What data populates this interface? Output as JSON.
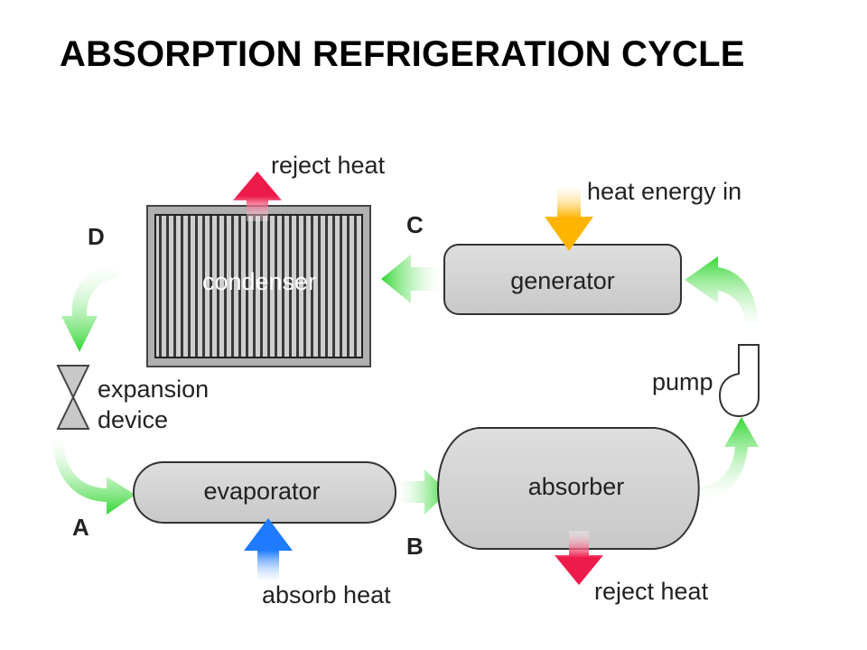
{
  "title": "ABSORPTION REFRIGERATION CYCLE",
  "components": {
    "condenser": "condenser",
    "generator": "generator",
    "evaporator": "evaporator",
    "absorber": "absorber",
    "pump": "pump",
    "expansion_line1": "expansion",
    "expansion_line2": "device"
  },
  "heat_labels": {
    "condenser_reject": "reject heat",
    "generator_in": "heat energy in",
    "evaporator_absorb": "absorb heat",
    "absorber_reject": "reject heat"
  },
  "points": {
    "a": "A",
    "b": "B",
    "c": "C",
    "d": "D"
  },
  "colors": {
    "reject_heat": "#ee1a4a",
    "heat_in": "#ffb400",
    "absorb_heat": "#1e7bff",
    "flow": "#44dd44",
    "component_fill": "#d4d4d4"
  }
}
